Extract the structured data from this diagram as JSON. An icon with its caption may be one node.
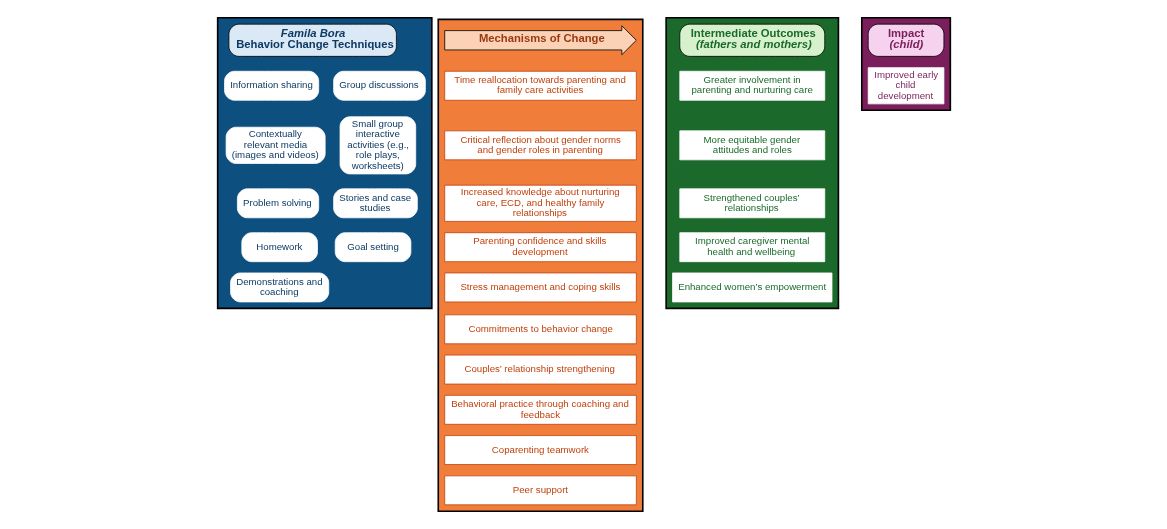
{
  "diagram": {
    "nodes": [
      {
        "text": [],
        "shape": "box"
      },
      {
        "text": [
          "Famila Bora",
          "Behavior Change Techniques"
        ],
        "in": 0
      },
      {
        "text": [
          "Information sharing"
        ],
        "in": 0
      },
      {
        "text": [
          "Group discussions"
        ],
        "in": 0
      },
      {
        "text": [
          "Contextually relevant media (images and videos)"
        ],
        "in": 0
      },
      {
        "text": [
          "Small group interactive activities (e.g., role plays, worksheets)"
        ],
        "in": 0
      },
      {
        "text": [
          "Problem solving"
        ],
        "in": 0
      },
      {
        "text": [
          "Stories and case studies"
        ],
        "in": 0
      },
      {
        "text": [
          "Homework"
        ],
        "in": 0
      },
      {
        "text": [
          "Goal setting"
        ],
        "in": 0
      },
      {
        "text": [
          "Demonstrations and coaching"
        ],
        "in": 0
      },
      {
        "text": [],
        "shape": "box"
      },
      {
        "text": [
          "Mechanisms of Change"
        ],
        "in": 11
      },
      {
        "text": [
          "Time reallocation towards parenting and family care activities"
        ],
        "in": 11
      },
      {
        "text": [
          "Critical reflection about gender norms and gender roles in parenting"
        ],
        "in": 11
      },
      {
        "text": [
          "Increased knowledge about nurturing care, ECD, and healthy family relationships"
        ],
        "in": 11
      },
      {
        "text": [
          "Parenting confidence and skills development"
        ],
        "in": 11
      },
      {
        "text": [
          "Stress management and coping skills"
        ],
        "in": 11
      },
      {
        "text": [
          "Commitments to behavior change"
        ],
        "in": 11
      },
      {
        "text": [
          "Couples’ relationship strengthening"
        ],
        "in": 11
      },
      {
        "text": [
          "Behavioral practice through coaching and feedback"
        ],
        "in": 11
      },
      {
        "text": [
          "Coparenting teamwork"
        ],
        "in": 11
      },
      {
        "text": [
          "Peer support"
        ],
        "in": 11
      },
      {
        "text": [],
        "shape": "box"
      },
      {
        "text": [
          "Intermediate Outcomes",
          "(fathers and mothers)"
        ],
        "in": 23
      },
      {
        "text": [
          "Greater involvement in parenting and nurturing care"
        ],
        "in": 23
      },
      {
        "text": [
          "More equitable gender attitudes and roles"
        ],
        "in": 23
      },
      {
        "text": [
          "Strengthened couples’ relationships"
        ],
        "in": 23
      },
      {
        "text": [
          "Improved caregiver mental health and wellbeing"
        ],
        "in": 23
      },
      {
        "text": [
          "Enhanced women’s empowerment"
        ],
        "in": 23
      },
      {
        "text": [],
        "shape": "box"
      },
      {
        "text": [
          "Impact",
          "(child)"
        ],
        "in": 30
      },
      {
        "text": [
          "Improved early child development"
        ],
        "in": 30
      }
    ],
    "edges": []
  }
}
